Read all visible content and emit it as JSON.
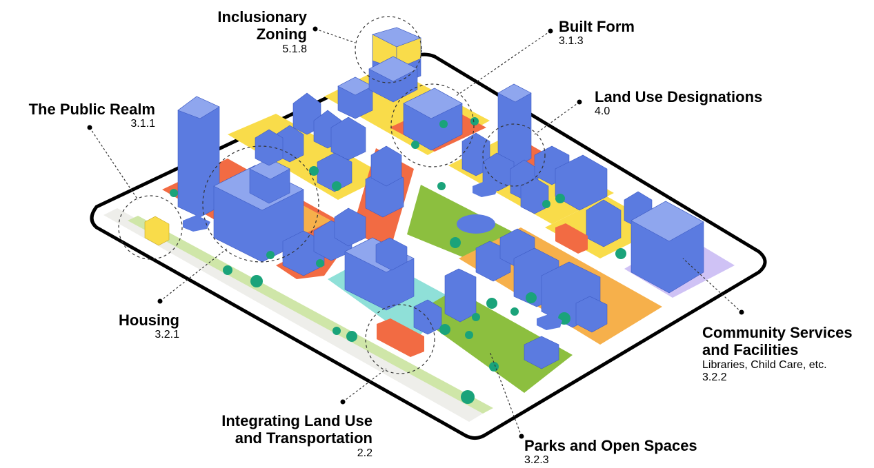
{
  "labels": {
    "inclusionary_zoning": {
      "title_line1": "Inclusionary",
      "title_line2": "Zoning",
      "ref": "5.1.8"
    },
    "built_form": {
      "title": "Built Form",
      "ref": "3.1.3"
    },
    "public_realm": {
      "title": "The Public Realm",
      "ref": "3.1.1"
    },
    "land_use_designations": {
      "title": "Land Use Designations",
      "ref": "4.0"
    },
    "housing": {
      "title": "Housing",
      "ref": "3.2.1"
    },
    "community_services": {
      "title_line1": "Community Services",
      "title_line2": "and Facilities",
      "subtitle": "Libraries, Child Care, etc.",
      "ref": "3.2.2"
    },
    "integrating_land_use": {
      "title_line1": "Integrating Land Use",
      "title_line2": "and Transportation",
      "ref": "2.2"
    },
    "parks_open_spaces": {
      "title": "Parks and Open Spaces",
      "ref": "3.2.3"
    }
  },
  "colors": {
    "building": "#5b7be0",
    "building_top": "#8fa6ee",
    "yellow_zone": "#f9dc4a",
    "orange_zone": "#f26b43",
    "light_orange_zone": "#f6b04b",
    "park_green": "#8cbf3f",
    "tree_green": "#1aa37a",
    "teal_zone": "#8fe0d8",
    "purple_zone": "#cfc2f5",
    "sidewalk": "#eeeeea",
    "bike_lane": "#cfe6a8"
  }
}
